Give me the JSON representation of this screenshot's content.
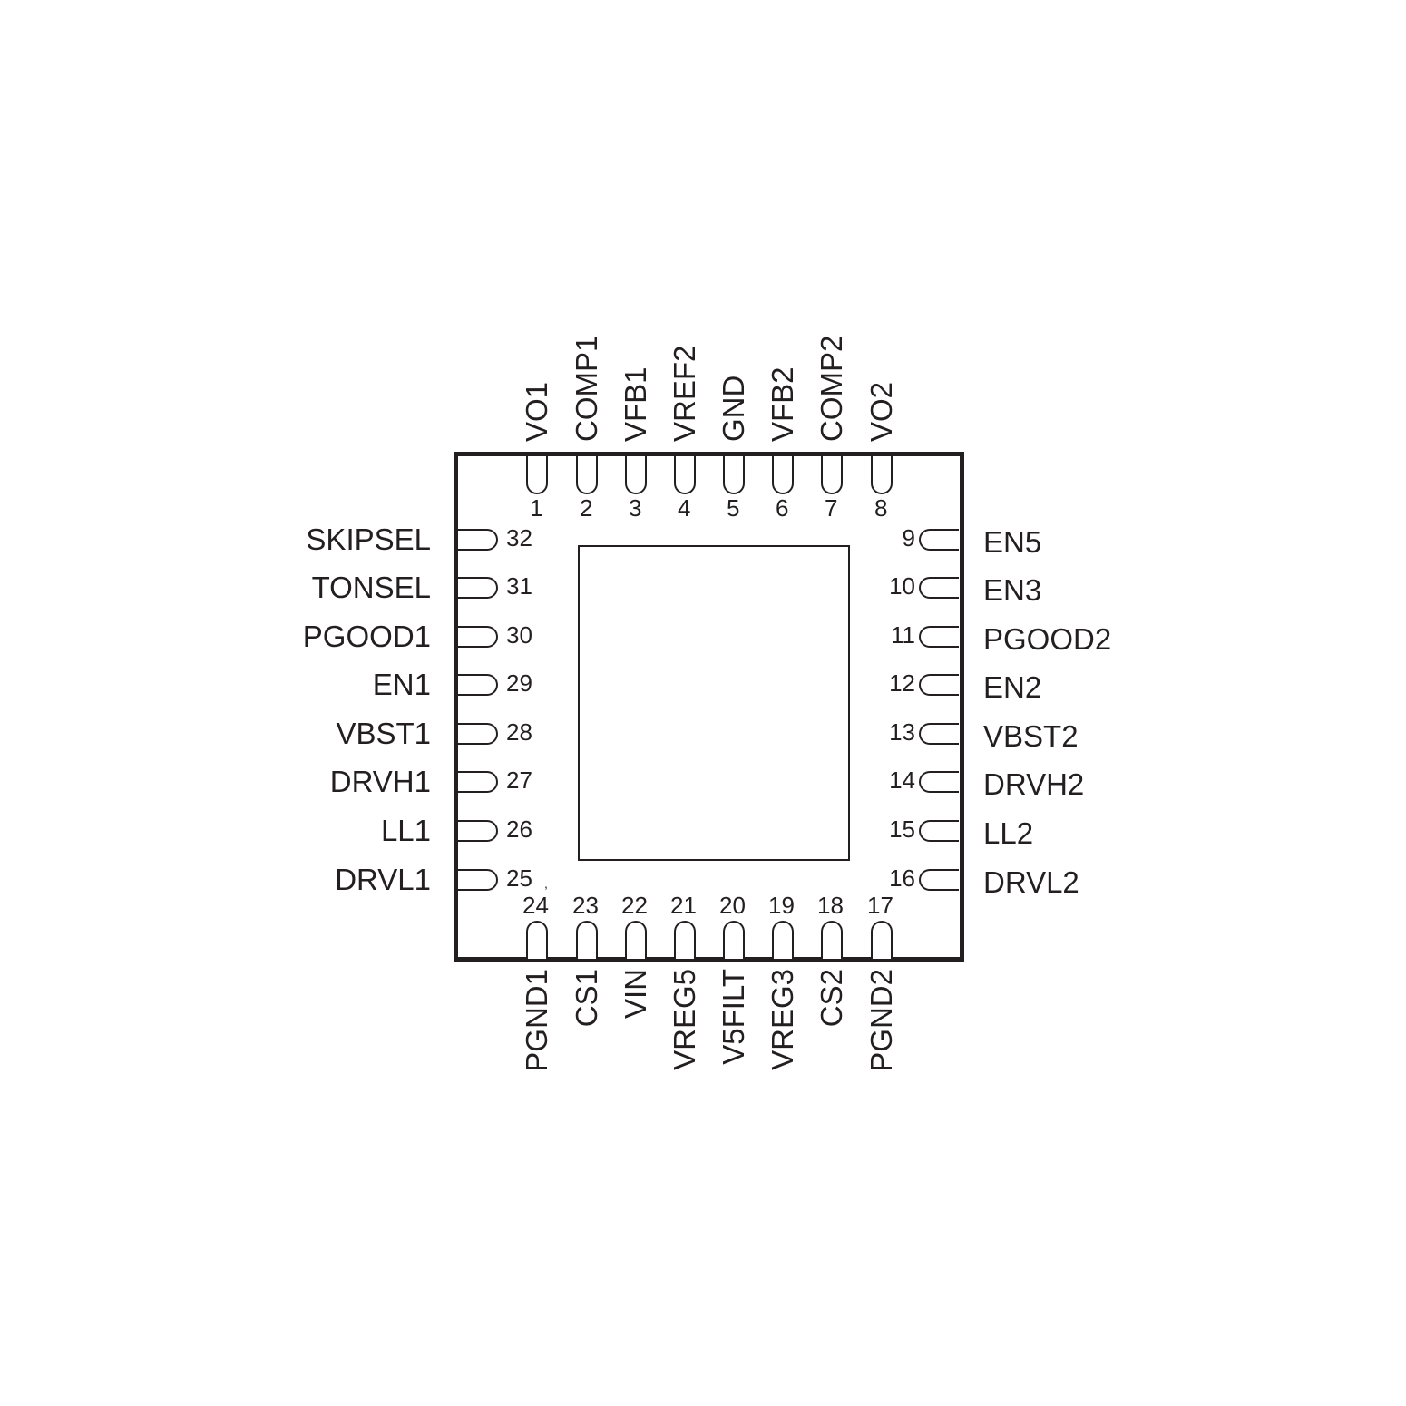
{
  "diagram": {
    "type": "IC pinout (QFN-32, top view)",
    "package_outline_color": "#231f20",
    "thermal_pad": true,
    "pins": {
      "top": [
        {
          "num": "1",
          "name": "VO1"
        },
        {
          "num": "2",
          "name": "COMP1"
        },
        {
          "num": "3",
          "name": "VFB1"
        },
        {
          "num": "4",
          "name": "VREF2"
        },
        {
          "num": "5",
          "name": "GND"
        },
        {
          "num": "6",
          "name": "VFB2"
        },
        {
          "num": "7",
          "name": "COMP2"
        },
        {
          "num": "8",
          "name": "VO2"
        }
      ],
      "right": [
        {
          "num": "9",
          "name": "EN5"
        },
        {
          "num": "10",
          "name": "EN3"
        },
        {
          "num": "11",
          "name": "PGOOD2"
        },
        {
          "num": "12",
          "name": "EN2"
        },
        {
          "num": "13",
          "name": "VBST2"
        },
        {
          "num": "14",
          "name": "DRVH2"
        },
        {
          "num": "15",
          "name": "LL2"
        },
        {
          "num": "16",
          "name": "DRVL2"
        }
      ],
      "bottom": [
        {
          "num": "24",
          "name": "PGND1"
        },
        {
          "num": "23",
          "name": "CS1"
        },
        {
          "num": "22",
          "name": "VIN"
        },
        {
          "num": "21",
          "name": "VREG5"
        },
        {
          "num": "20",
          "name": "V5FILT"
        },
        {
          "num": "19",
          "name": "VREG3"
        },
        {
          "num": "18",
          "name": "CS2"
        },
        {
          "num": "17",
          "name": "PGND2"
        }
      ],
      "left": [
        {
          "num": "32",
          "name": "SKIPSEL"
        },
        {
          "num": "31",
          "name": "TONSEL"
        },
        {
          "num": "30",
          "name": "PGOOD1"
        },
        {
          "num": "29",
          "name": "EN1"
        },
        {
          "num": "28",
          "name": "VBST1"
        },
        {
          "num": "27",
          "name": "DRVH1"
        },
        {
          "num": "26",
          "name": "LL1"
        },
        {
          "num": "25",
          "name": "DRVL1"
        }
      ]
    }
  }
}
